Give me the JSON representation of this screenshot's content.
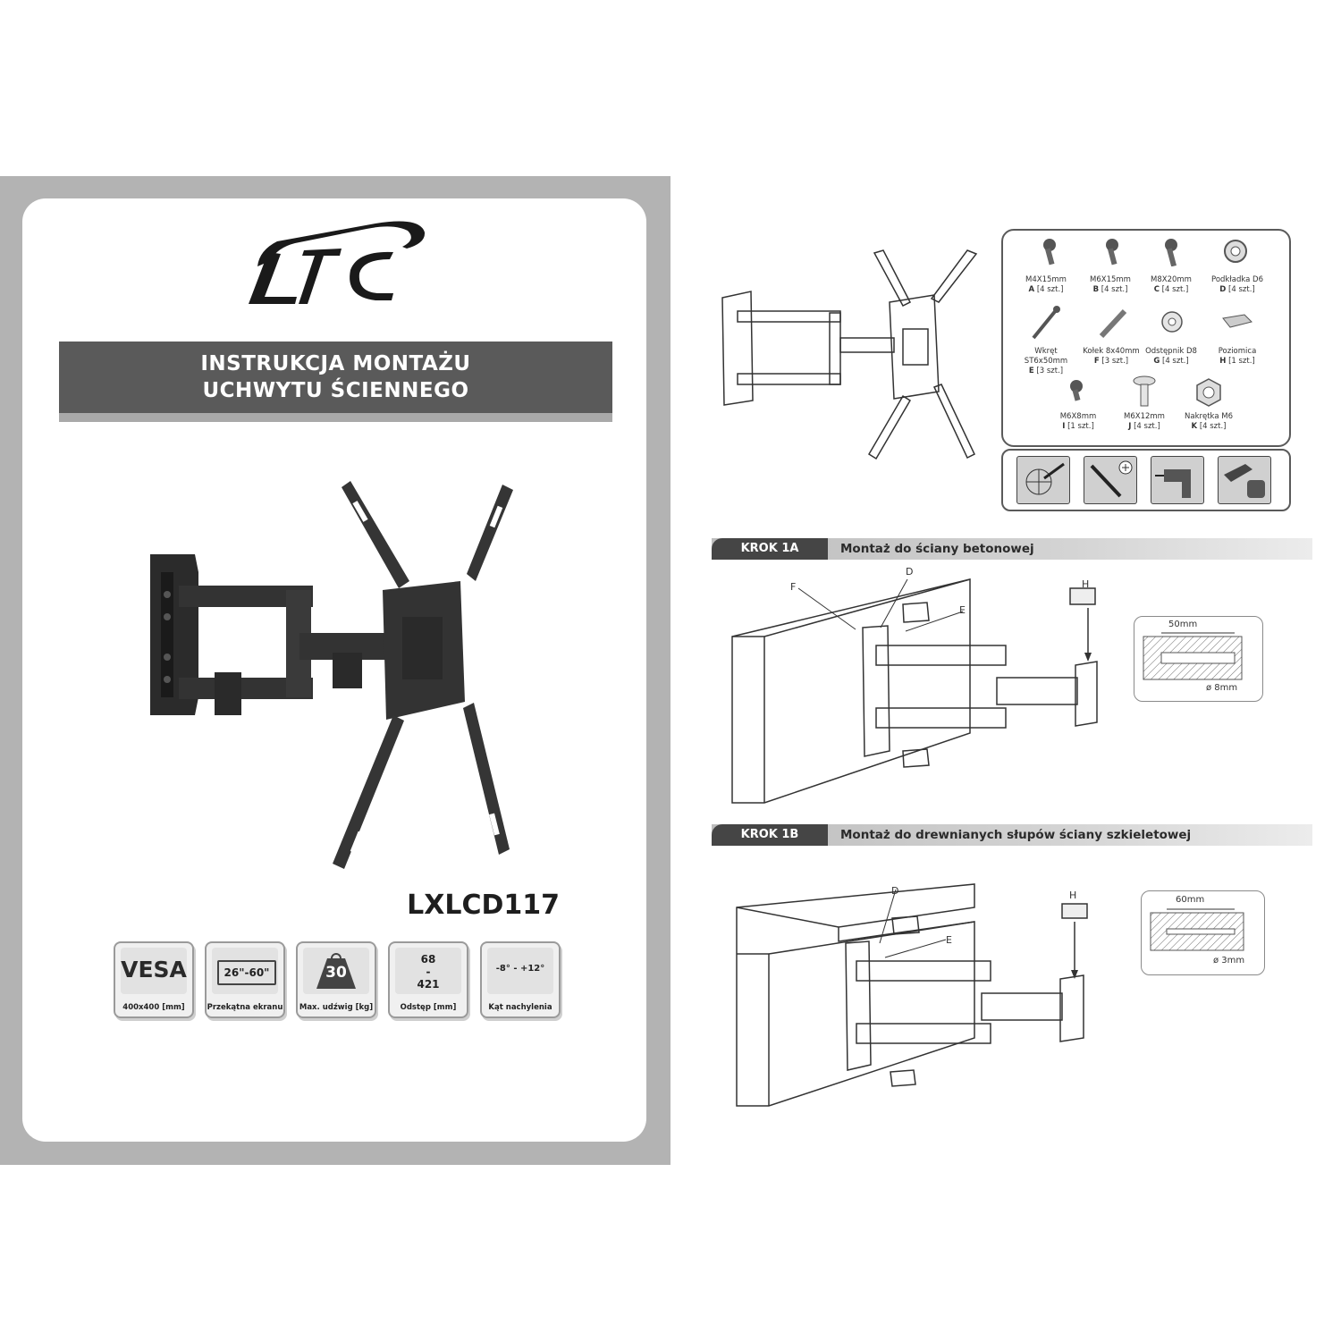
{
  "cover": {
    "brand": "LTC",
    "title_line1": "INSTRUKCJA MONTAŻU",
    "title_line2": "UCHWYTU ŚCIENNEGO",
    "model": "LXLCD117",
    "specs": [
      {
        "main": "VESA",
        "label": "400x400 [mm]"
      },
      {
        "main": "26\"-60\"",
        "label": "Przekątna ekranu"
      },
      {
        "main": "30",
        "label": "Max. udźwig [kg]"
      },
      {
        "main": "68",
        "sep": "-",
        "main2": "421",
        "label": "Odstęp [mm]"
      },
      {
        "main": "-8° - +12°",
        "label": "Kąt nachylenia"
      }
    ]
  },
  "parts": [
    {
      "size": "M4X15mm",
      "code": "A",
      "qty": "[4 szt.]"
    },
    {
      "size": "M6X15mm",
      "code": "B",
      "qty": "[4 szt.]"
    },
    {
      "size": "M8X20mm",
      "code": "C",
      "qty": "[4 szt.]"
    },
    {
      "size": "Podkładka D6",
      "code": "D",
      "qty": "[4 szt.]"
    },
    {
      "size": "Wkręt ST6x50mm",
      "code": "E",
      "qty": "[3 szt.]"
    },
    {
      "size": "Kołek 8x40mm",
      "code": "F",
      "qty": "[3 szt.]"
    },
    {
      "size": "Odstępnik D8",
      "code": "G",
      "qty": "[4 szt.]"
    },
    {
      "size": "Poziomica",
      "code": "H",
      "qty": "[1 szt.]"
    },
    {
      "size": "M6X8mm",
      "code": "I",
      "qty": "[1 szt.]"
    },
    {
      "size": "M6X12mm",
      "code": "J",
      "qty": "[4 szt.]"
    },
    {
      "size": "Nakrętka M6",
      "code": "K",
      "qty": "[4 szt.]"
    }
  ],
  "tools": [
    "marking-pencil-icon",
    "screwdriver-icon",
    "drill-icon",
    "tape-measure-icon"
  ],
  "step1a": {
    "tag": "KROK 1A",
    "text": "Montaż do ściany betonowej",
    "labels": {
      "f": "F",
      "d": "D",
      "e": "E",
      "h": "H"
    },
    "depth": "50mm",
    "diameter": "ø 8mm"
  },
  "step1b": {
    "tag": "KROK 1B",
    "text": "Montaż do drewnianych słupów ściany szkieletowej",
    "labels": {
      "d": "D",
      "e": "E",
      "h": "H"
    },
    "depth": "60mm",
    "diameter": "ø 3mm"
  }
}
